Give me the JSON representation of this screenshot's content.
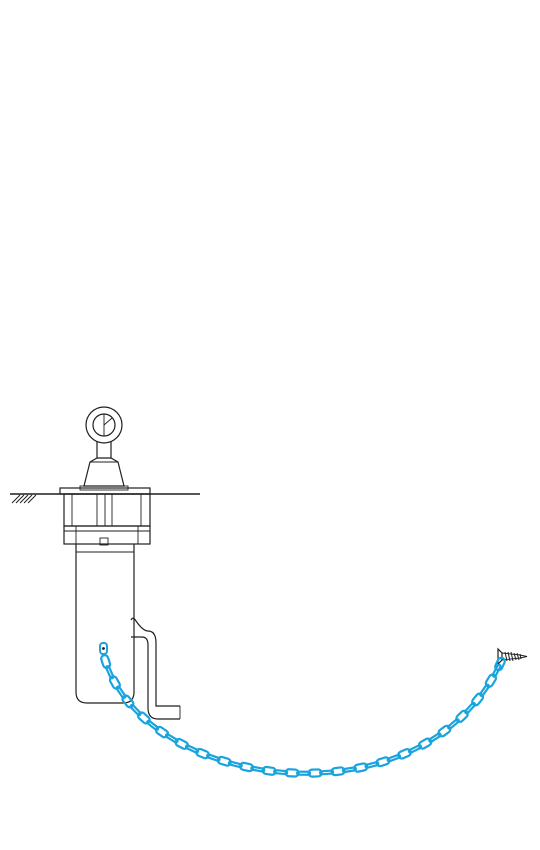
{
  "diagram": {
    "components": [
      "eyebolt",
      "floor-flange",
      "sleeve-housing",
      "drain-pipe",
      "chain",
      "wall-screw"
    ],
    "colors": {
      "line": "#1f1f1f",
      "chain": "#1aa3dc",
      "chain_inner": "#ffffff"
    }
  }
}
